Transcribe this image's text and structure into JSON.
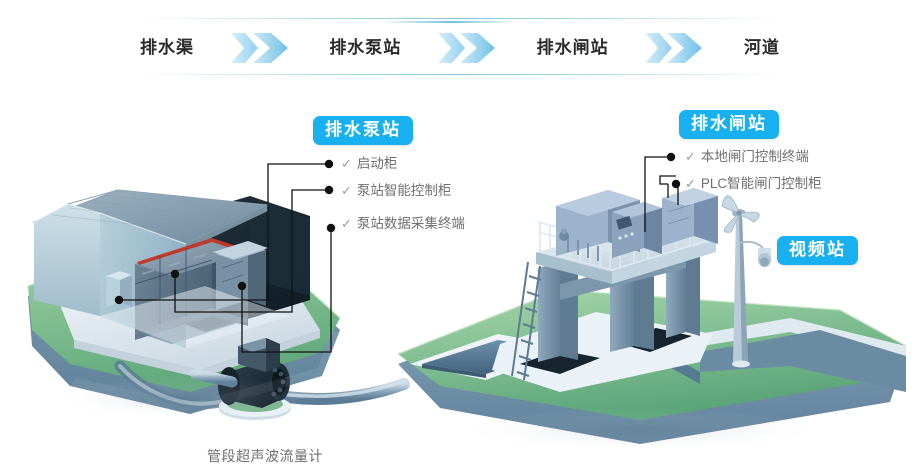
{
  "flow": {
    "steps": [
      {
        "label": "排水渠"
      },
      {
        "label": "排水泵站"
      },
      {
        "label": "排水闸站"
      },
      {
        "label": "河道"
      }
    ],
    "arrow_icon": "double-chevron-right-icon"
  },
  "badges": {
    "pump_station": "排水泵站",
    "gate_station": "排水闸站",
    "video_station": "视频站"
  },
  "pump_station_items": [
    {
      "tick": "✓",
      "label": "启动柜"
    },
    {
      "tick": "✓",
      "label": "泵站智能控制柜"
    },
    {
      "tick": "✓",
      "label": "泵站数据采集终端"
    }
  ],
  "gate_station_items": [
    {
      "tick": "✓",
      "label": "本地闸门控制终端"
    },
    {
      "tick": "✓",
      "label": "PLC智能闸门控制柜"
    }
  ],
  "caption": "管段超声波流量计",
  "colors": {
    "badge_blue": "#18b0ee",
    "arrow_light": "#cfeaf7",
    "arrow_deep": "#7cc8ea",
    "rule_teal": "#8ccddc",
    "label_grey": "#6f6f6f",
    "grass_green": "#7cb98a",
    "concrete_blue": "#8fa9bd",
    "cabinet_red": "#c0392b",
    "water_blue": "#4e7a99"
  },
  "scene": {
    "pump_building": "pump-station-building",
    "gate_platform": "sluice-gate-platform",
    "flow_meter": "ultrasonic-flow-meter",
    "wind_turbine": "wind-turbine-camera-pole"
  }
}
